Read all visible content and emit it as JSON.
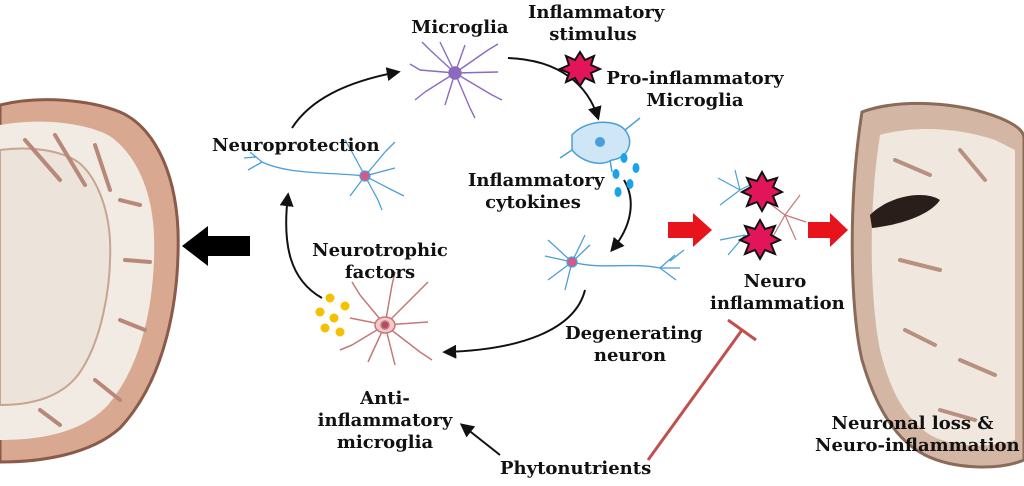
{
  "labels": {
    "microglia": "Microglia",
    "inflammatory_stimulus": [
      "Inflammatory",
      "stimulus"
    ],
    "pro_inflammatory": [
      "Pro-inflammatory",
      "Microglia"
    ],
    "neuroprotection": "Neuroprotection",
    "inflammatory_cytokines": [
      "Inflammatory",
      "cytokines"
    ],
    "neurotrophic_factors": [
      "Neurotrophic",
      "factors"
    ],
    "neuro_inflammation": [
      "Neuro",
      "inflammation"
    ],
    "degenerating_neuron": [
      "Degenerating",
      "neuron"
    ],
    "anti_inflammatory": [
      "Anti-",
      "inflammatory",
      "microglia"
    ],
    "phytonutrients": "Phytonutrients",
    "neuronal_loss": [
      "Neuronal loss &",
      "Neuro-inflammation"
    ]
  },
  "colors": {
    "red_arrow": "#e8141c",
    "inhibition_line": "#c0504d",
    "stimulus_burst": "#e2145a",
    "cytokine_dots": "#1aa3e8",
    "trophic_dots": "#f2c200",
    "microglia_purple": "#8b6bbf",
    "neuron_blue": "#4a9fd8",
    "neuron_pink": "#c47878"
  }
}
